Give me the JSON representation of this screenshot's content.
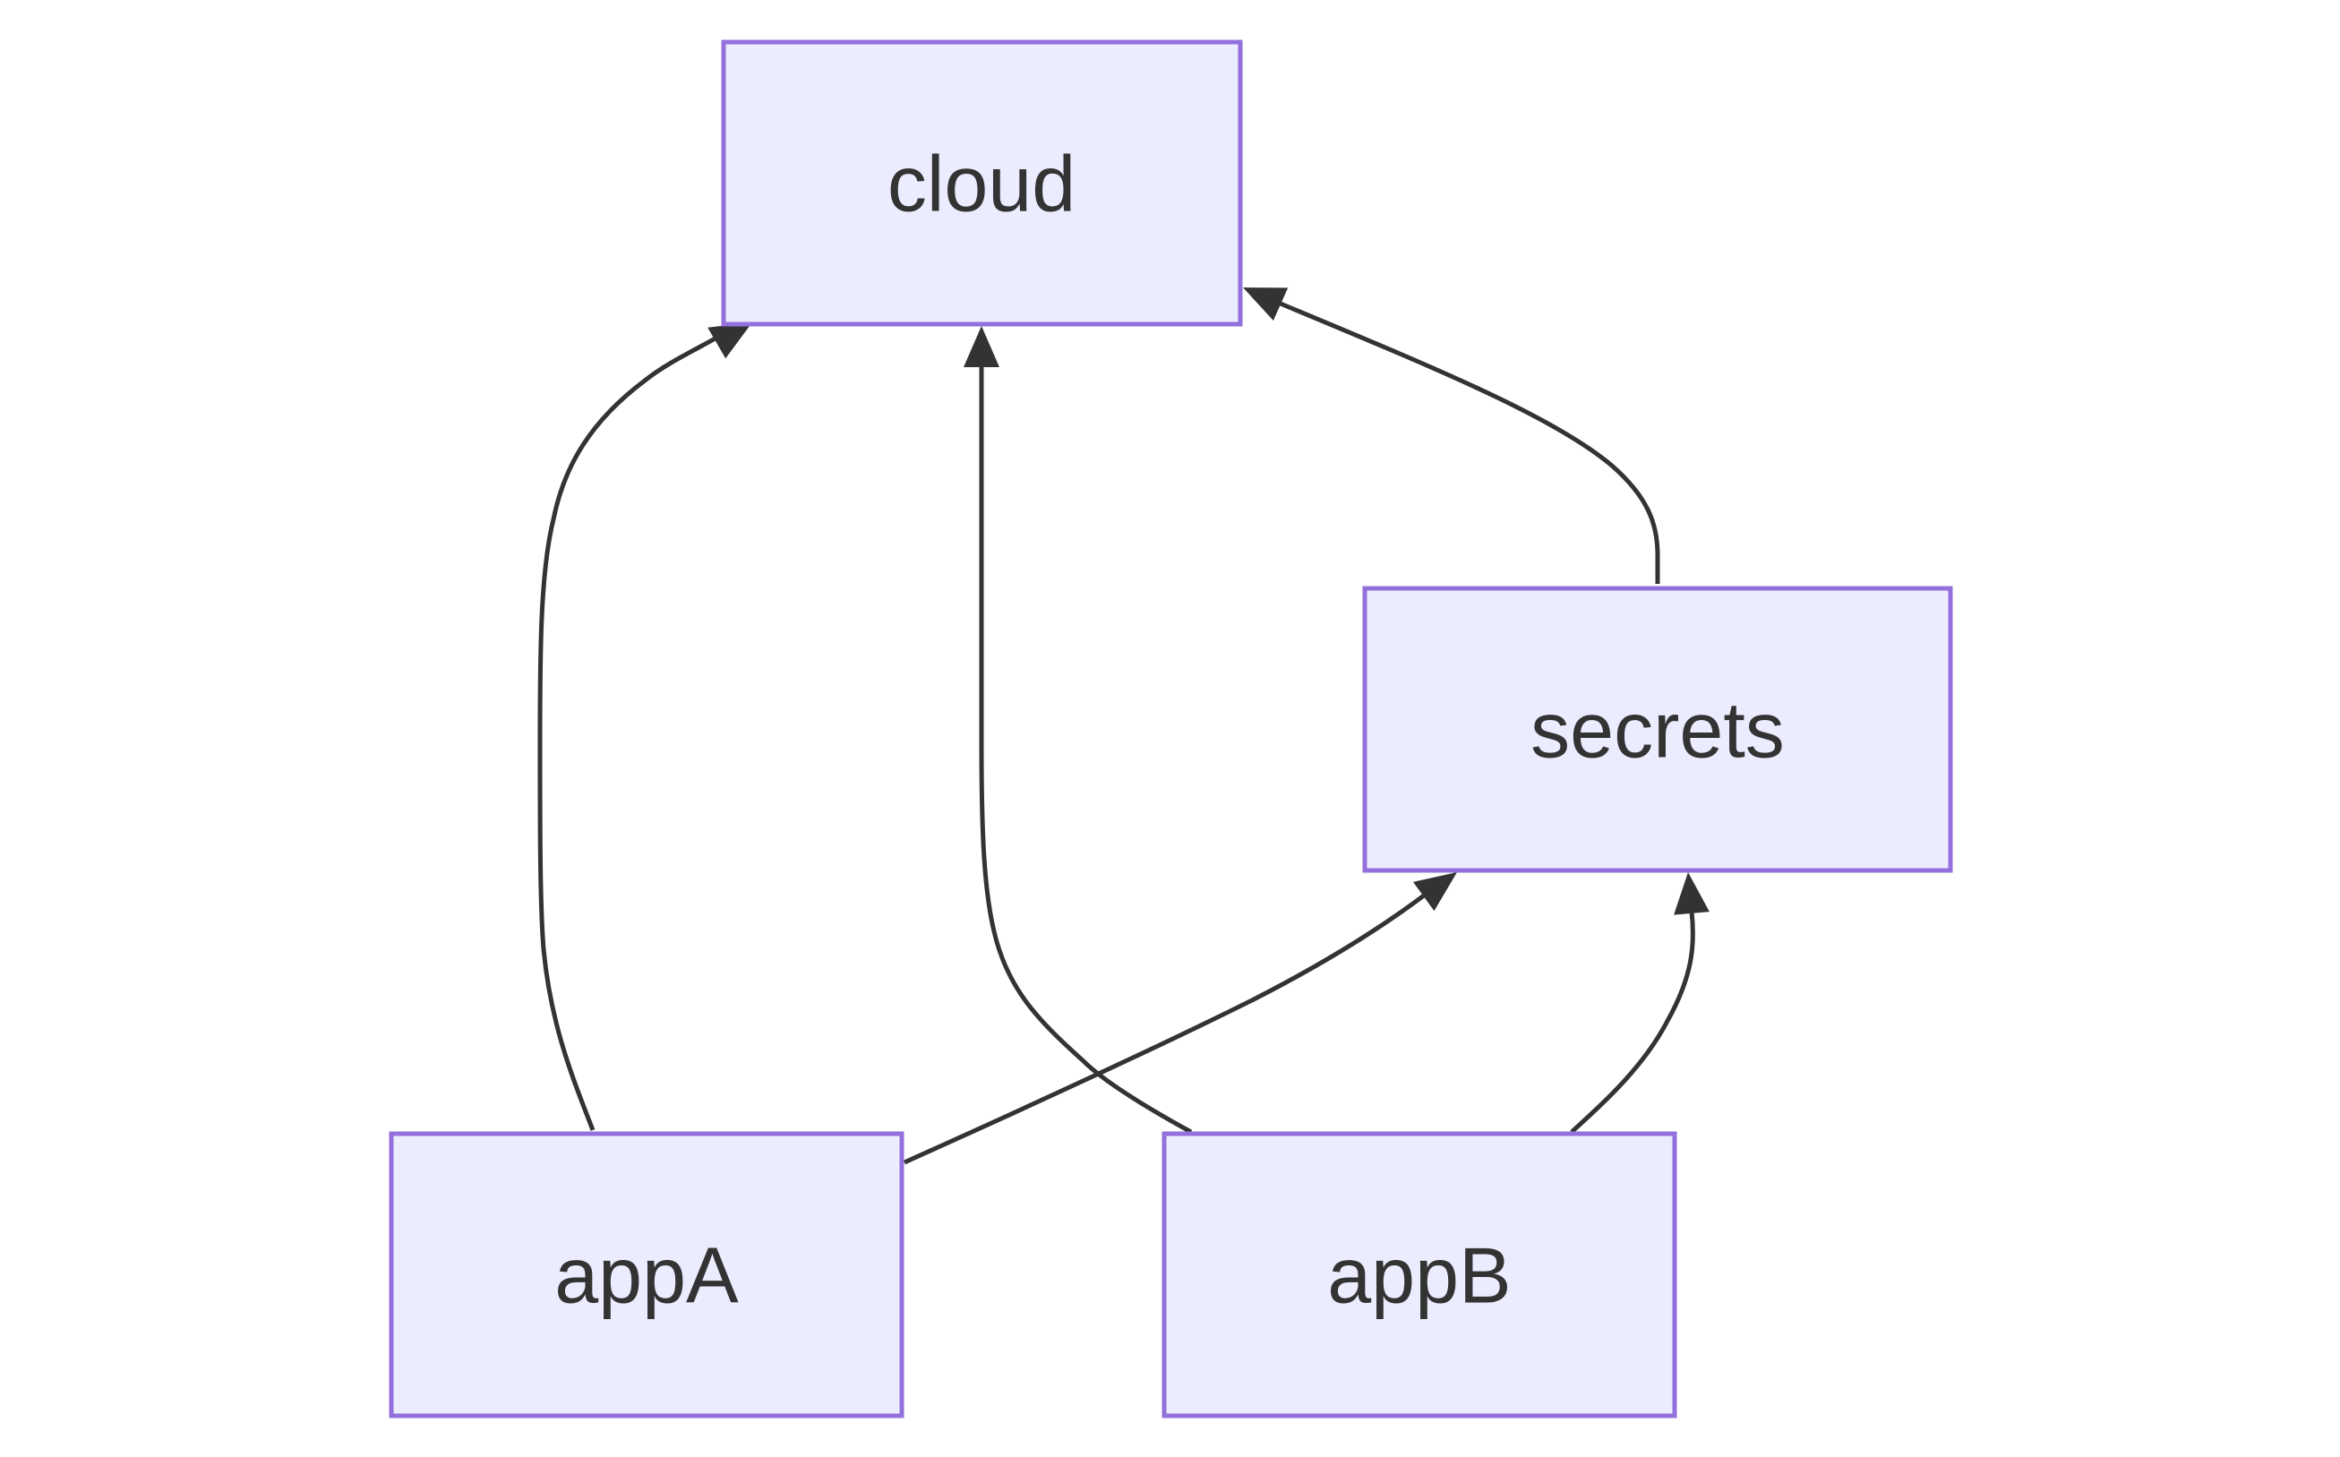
{
  "diagram": {
    "colors": {
      "node_fill": "#ECECFF",
      "node_stroke": "#9370DB",
      "text": "#333333",
      "edge": "#333333",
      "background": "#FFFFFF"
    },
    "nodes": [
      {
        "id": "cloud",
        "label": "cloud"
      },
      {
        "id": "secrets",
        "label": "secrets"
      },
      {
        "id": "appA",
        "label": "appA"
      },
      {
        "id": "appB",
        "label": "appB"
      }
    ],
    "edges": [
      {
        "from": "appA",
        "to": "cloud"
      },
      {
        "from": "appA",
        "to": "secrets"
      },
      {
        "from": "appB",
        "to": "cloud"
      },
      {
        "from": "appB",
        "to": "secrets"
      },
      {
        "from": "secrets",
        "to": "cloud"
      }
    ]
  }
}
